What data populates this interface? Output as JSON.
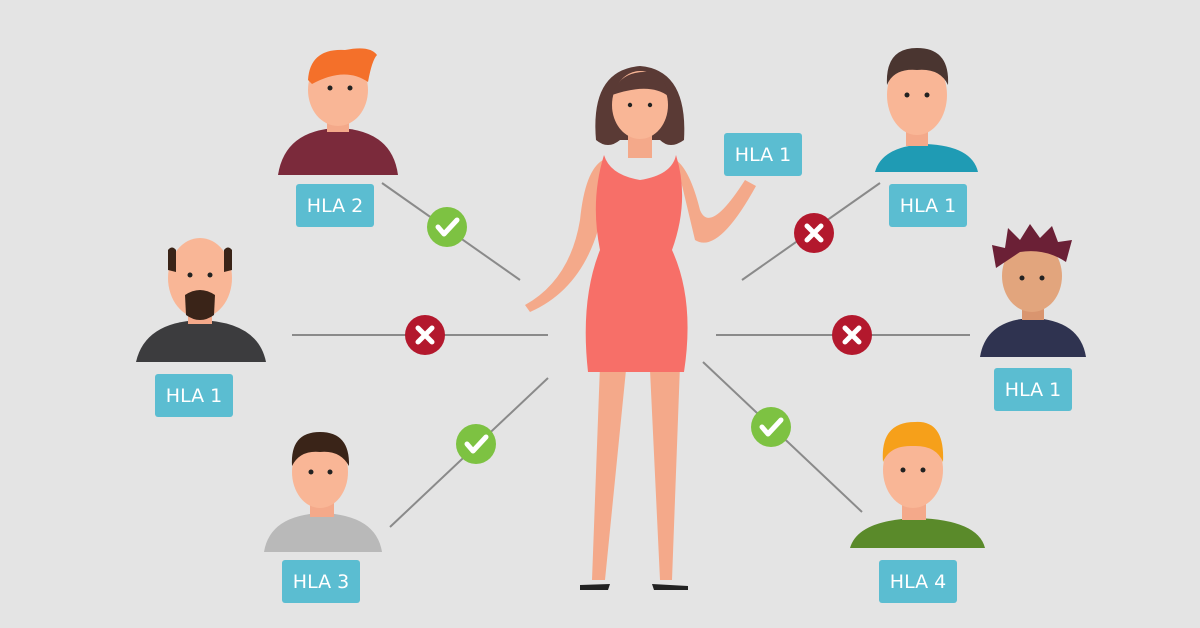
{
  "colors": {
    "background": "#e4e4e4",
    "tag": "#5bbdd1",
    "match": "#7dc242",
    "mismatch": "#b3182d",
    "line": "#8a8a8a"
  },
  "recipient": {
    "tag": "HLA 1"
  },
  "donors": [
    {
      "id": "top-left",
      "tag": "HLA 2",
      "status": "match",
      "icon": "check-icon"
    },
    {
      "id": "middle-left",
      "tag": "HLA 1",
      "status": "mismatch",
      "icon": "cross-icon"
    },
    {
      "id": "bottom-left",
      "tag": "HLA 3",
      "status": "match",
      "icon": "check-icon"
    },
    {
      "id": "top-right",
      "tag": "HLA 1",
      "status": "mismatch",
      "icon": "cross-icon"
    },
    {
      "id": "middle-right",
      "tag": "HLA 1",
      "status": "mismatch",
      "icon": "cross-icon"
    },
    {
      "id": "bottom-right",
      "tag": "HLA 4",
      "status": "match",
      "icon": "check-icon"
    }
  ]
}
